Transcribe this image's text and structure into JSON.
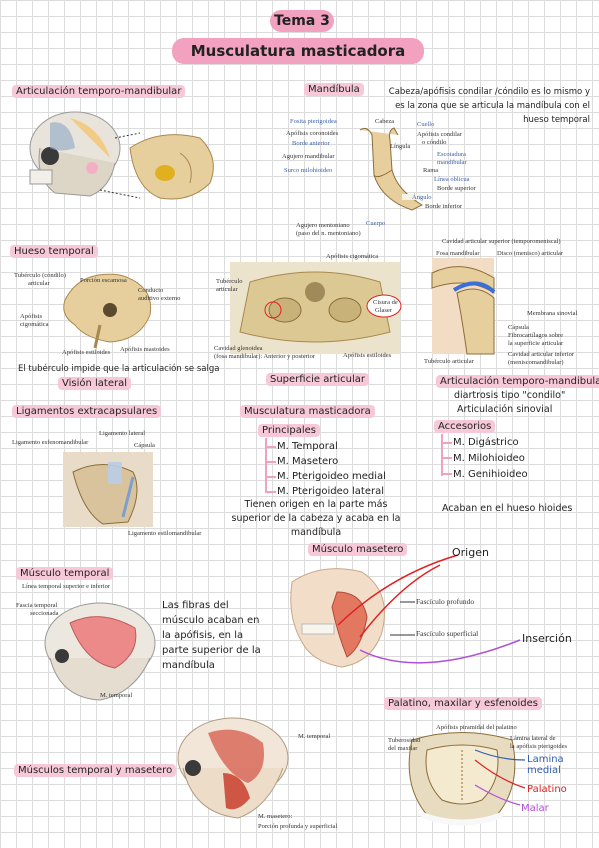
{
  "header": {
    "topic": "Tema 3",
    "title": "Musculatura masticadora"
  },
  "sections": {
    "atm": "Articulación temporo-mandibular",
    "mandibula": "Mandíbula",
    "hueso_temporal": "Hueso temporal",
    "vision_lateral": "Visión lateral",
    "superficie": "Superficie articular",
    "atm2": "Articulación temporo-mandibular",
    "ligamentos": "Ligamentos extracapsulares",
    "musculatura": "Musculatura masticadora",
    "masetero": "Músculo masetero",
    "temporal": "Músculo temporal",
    "palatino": "Palatino, maxilar y esfenoides",
    "temporal_masetero": "Músculos temporal y masetero"
  },
  "notes": {
    "mandibula_note": "Cabeza/apófisis condilar /cóndilo es lo mismo y es la zona que se articula la mandíbula con el hueso temporal",
    "tuberculo_note": "El tubérculo impide que la articulación se salga",
    "atm_type1": "diartrosis tipo \"condilo\"",
    "atm_type2": "Articulación sinovial",
    "origin_note": "Tienen origen en la parte más superior de la cabeza y acaba en la mandíbula",
    "accesorios_note": "Acaban en el hueso hioides",
    "temporal_note": "Las fibras del músculo acaban en la apófisis, en la parte superior de la mandíbula"
  },
  "musculatura": {
    "principales_label": "Principales",
    "principales": [
      "M. Temporal",
      "M. Masetero",
      "M. Pterigoideo medial",
      "M. Pterigoideo lateral"
    ],
    "accesorios_label": "Accesorios",
    "accesorios": [
      "M. Digástrico",
      "M. Milohioideo",
      "M. Genihioideo"
    ]
  },
  "mandible_labels": {
    "fosita": "Fosita pterigoidea",
    "cabeza": "Cabeza",
    "cuello": "Cuello",
    "coronoides": "Apófisis coronoides",
    "borde_anterior": "Borde anterior",
    "condilar": "Apófisis condilar",
    "condilo": "o cóndilo",
    "agujero": "Agujero mandibular",
    "lingula": "Língula",
    "surco": "Surco milohioideo",
    "escotadura": "Escotadura",
    "mandibular": "mandibular",
    "rama": "Rama",
    "linea_oblicua": "Línea oblicua",
    "borde_superior": "Borde superior",
    "angulo": "Ángulo",
    "borde_inferior": "Borde inferior",
    "mentoniano": "Agujero mentoniano",
    "paso": "(paso del n. mentoniano)",
    "cuerpo": "Cuerpo"
  },
  "temporal_labels": {
    "tuberculo": "Tubérculo (cóndilo)",
    "articular": "articular",
    "escamosa": "Porción escamosa",
    "conducto": "Conducto",
    "auditivo": "auditivo externo",
    "apofisis_cig": "Apófisis",
    "cigomatica": "cigomática",
    "estiloides": "Apófisis estiloides",
    "mastoides": "Apófisis mastoides"
  },
  "superficie_labels": {
    "cigomatica": "Apófisis cigomática",
    "tuberculo": "Tubérculo",
    "articular": "articular",
    "cisura": "Cisura de",
    "glaser": "Glaser",
    "cavidad": "Cavidad glenoidea",
    "fosa": "(fosa mandibular): Anterior y posterior",
    "estiloides": "Apófisis estiloides"
  },
  "atm_labels": {
    "cav_sup": "Cavidad articular superior (temporomeniscal)",
    "fosa": "Fosa mandibular",
    "disco": "Disco (menisco) articular",
    "membrana": "Membrana sinovial",
    "capsula": "Cápsula",
    "fibro": "Fibrocartílagos sobre",
    "superficie": "la superficie articular",
    "tuberculo": "Tubérculo articular",
    "cav_inf": "Cavidad articular inferior",
    "menisco": "(meniscomandibular)"
  },
  "ligament_labels": {
    "lateral": "Ligamento lateral",
    "esfeno": "Ligamento esfenomandibular",
    "capsula": "Cápsula",
    "estilo": "Ligamento estilomandibular"
  },
  "masetero_labels": {
    "origen": "Origen",
    "profundo": "Fascículo profundo",
    "superficial": "Fascículo superficial",
    "insercion": "Inserción"
  },
  "temporal_labels2": {
    "linea": "Línea temporal superior e inferior",
    "fascia": "Fascia temporal",
    "seccionada": "seccionada",
    "m_temporal": "M. temporal"
  },
  "tm_labels": {
    "m_temporal": "M. temporal",
    "m_masetero": "M. masetero:",
    "porcion": "Porción profunda y superficial"
  },
  "palatino_labels": {
    "piramidal": "Apófisis piramidal del palatino",
    "tuberosidad": "Tuberosidad",
    "maxilar": "del maxilar",
    "lamina_lat": "Lámina lateral de",
    "pterigoides": "la apófisis pterigoides",
    "lamina_medial": "Lamina medial",
    "palatino": "Palatino",
    "malar": "Malar"
  },
  "colors": {
    "pink": "#f2a2be",
    "highlight": "#f7c9d8",
    "red": "#e02020",
    "purple": "#b04fd6",
    "blue": "#2f5fb3",
    "bone": "#e6cf9c",
    "muscle": "#d85a4a"
  }
}
